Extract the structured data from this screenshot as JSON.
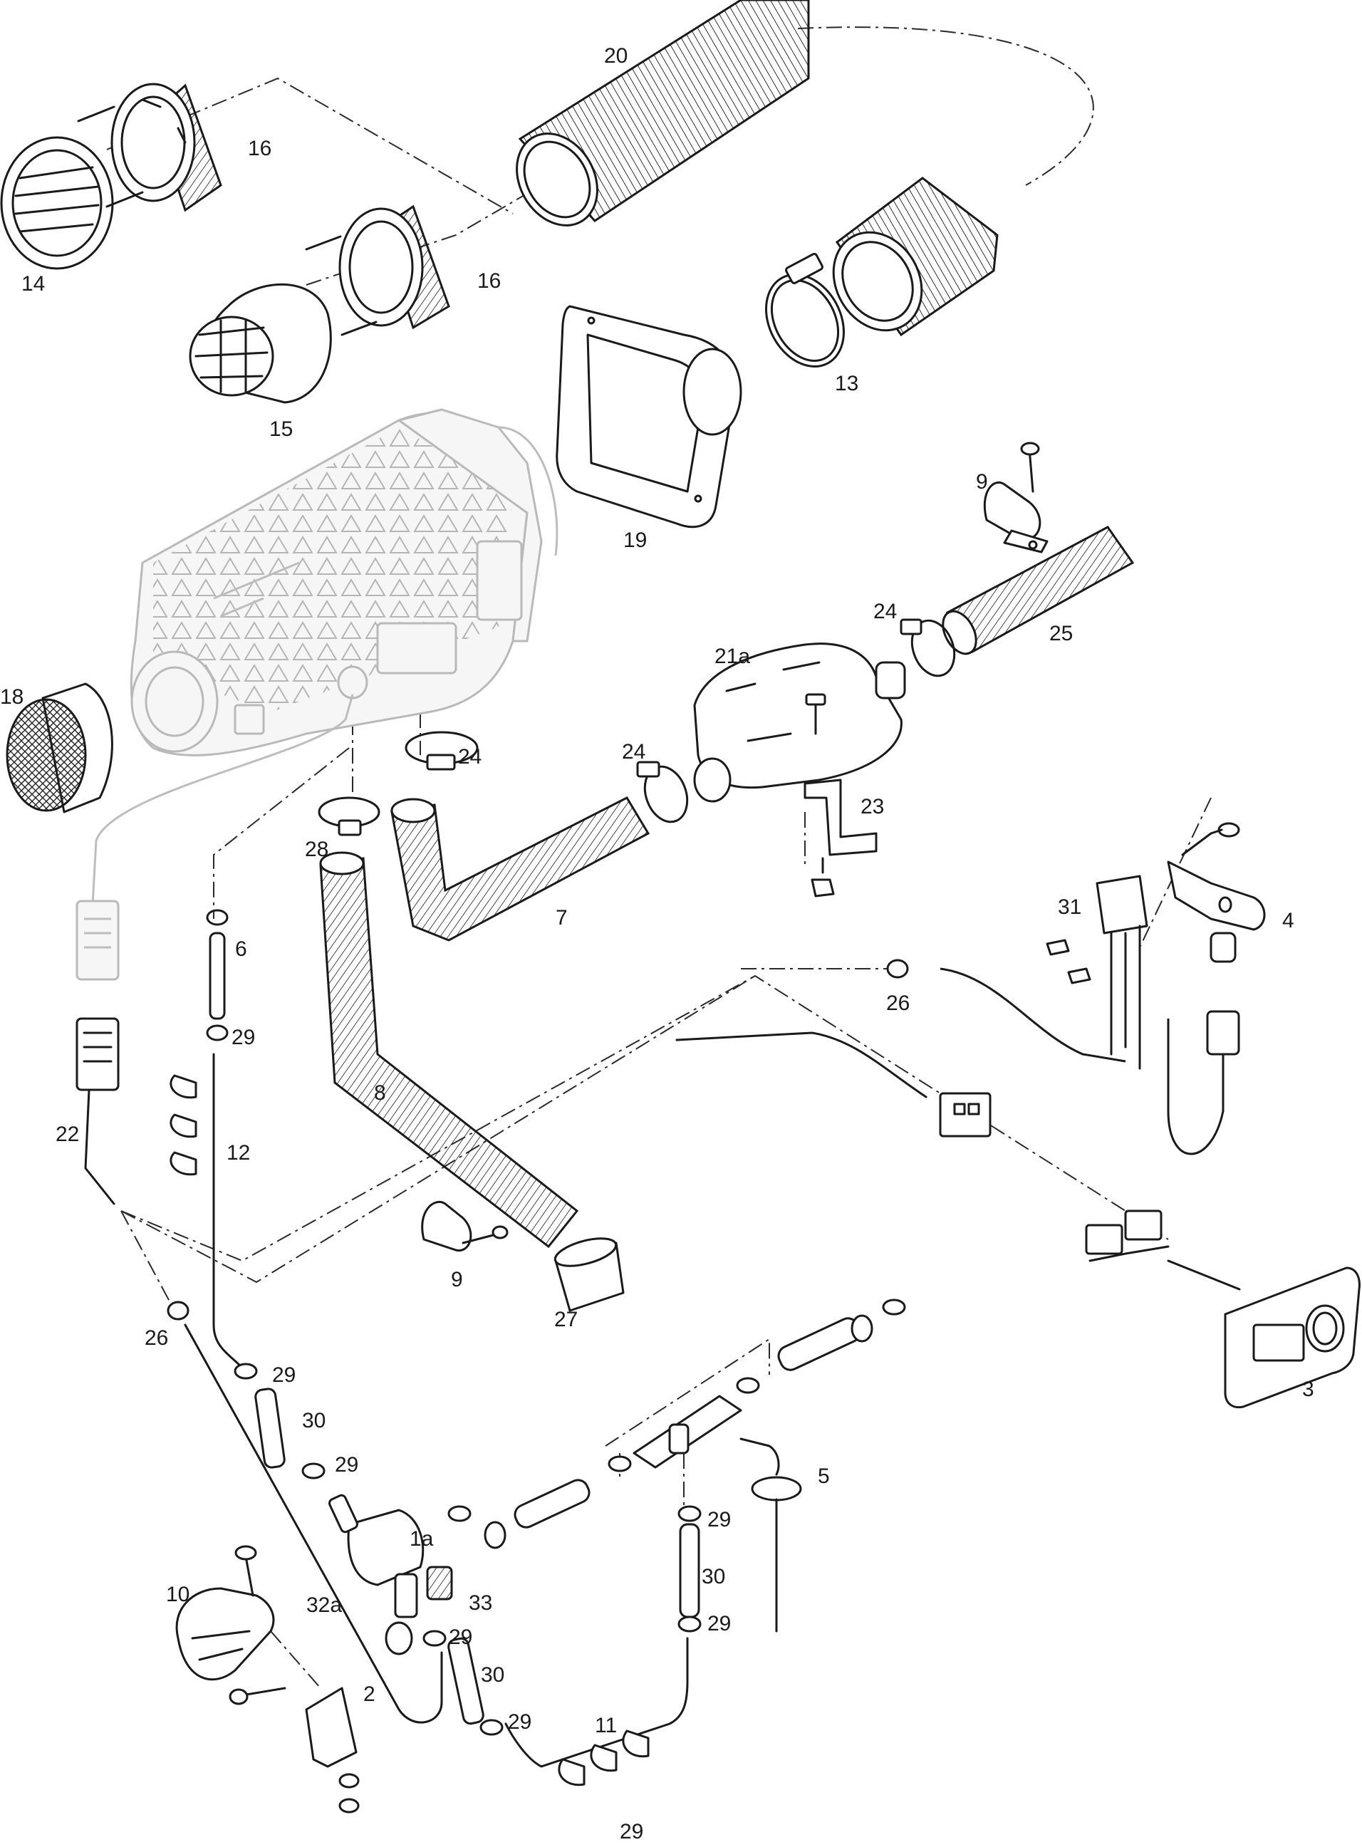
{
  "diagram": {
    "labels": [
      {
        "id": "l20",
        "text": "20"
      },
      {
        "id": "l16a",
        "text": "16"
      },
      {
        "id": "l14",
        "text": "14"
      },
      {
        "id": "l16b",
        "text": "16"
      },
      {
        "id": "l15",
        "text": "15"
      },
      {
        "id": "l13",
        "text": "13"
      },
      {
        "id": "l19",
        "text": "19"
      },
      {
        "id": "l9a",
        "text": "9"
      },
      {
        "id": "l24a",
        "text": "24"
      },
      {
        "id": "l25",
        "text": "25"
      },
      {
        "id": "l21a",
        "text": "21a"
      },
      {
        "id": "l18",
        "text": "18"
      },
      {
        "id": "l24b",
        "text": "24"
      },
      {
        "id": "l24c",
        "text": "24"
      },
      {
        "id": "l23",
        "text": "23"
      },
      {
        "id": "l28",
        "text": "28"
      },
      {
        "id": "l7",
        "text": "7"
      },
      {
        "id": "l31",
        "text": "31"
      },
      {
        "id": "l4",
        "text": "4"
      },
      {
        "id": "l6",
        "text": "6"
      },
      {
        "id": "l26a",
        "text": "26"
      },
      {
        "id": "l29a",
        "text": "29"
      },
      {
        "id": "l8",
        "text": "8"
      },
      {
        "id": "l22",
        "text": "22"
      },
      {
        "id": "l12",
        "text": "12"
      },
      {
        "id": "l9b",
        "text": "9"
      },
      {
        "id": "l27",
        "text": "27"
      },
      {
        "id": "l26b",
        "text": "26"
      },
      {
        "id": "l3",
        "text": "3"
      },
      {
        "id": "l29b",
        "text": "29"
      },
      {
        "id": "l30a",
        "text": "30"
      },
      {
        "id": "l29c",
        "text": "29"
      },
      {
        "id": "l5",
        "text": "5"
      },
      {
        "id": "l29d",
        "text": "29"
      },
      {
        "id": "l1a",
        "text": "1a"
      },
      {
        "id": "l30b",
        "text": "30"
      },
      {
        "id": "l10",
        "text": "10"
      },
      {
        "id": "l32a",
        "text": "32a"
      },
      {
        "id": "l33",
        "text": "33"
      },
      {
        "id": "l29e",
        "text": "29"
      },
      {
        "id": "l29f",
        "text": "29"
      },
      {
        "id": "l30c",
        "text": "30"
      },
      {
        "id": "l2",
        "text": "2"
      },
      {
        "id": "l29g",
        "text": "29"
      },
      {
        "id": "l11",
        "text": "11"
      },
      {
        "id": "l29h",
        "text": "29"
      }
    ]
  }
}
